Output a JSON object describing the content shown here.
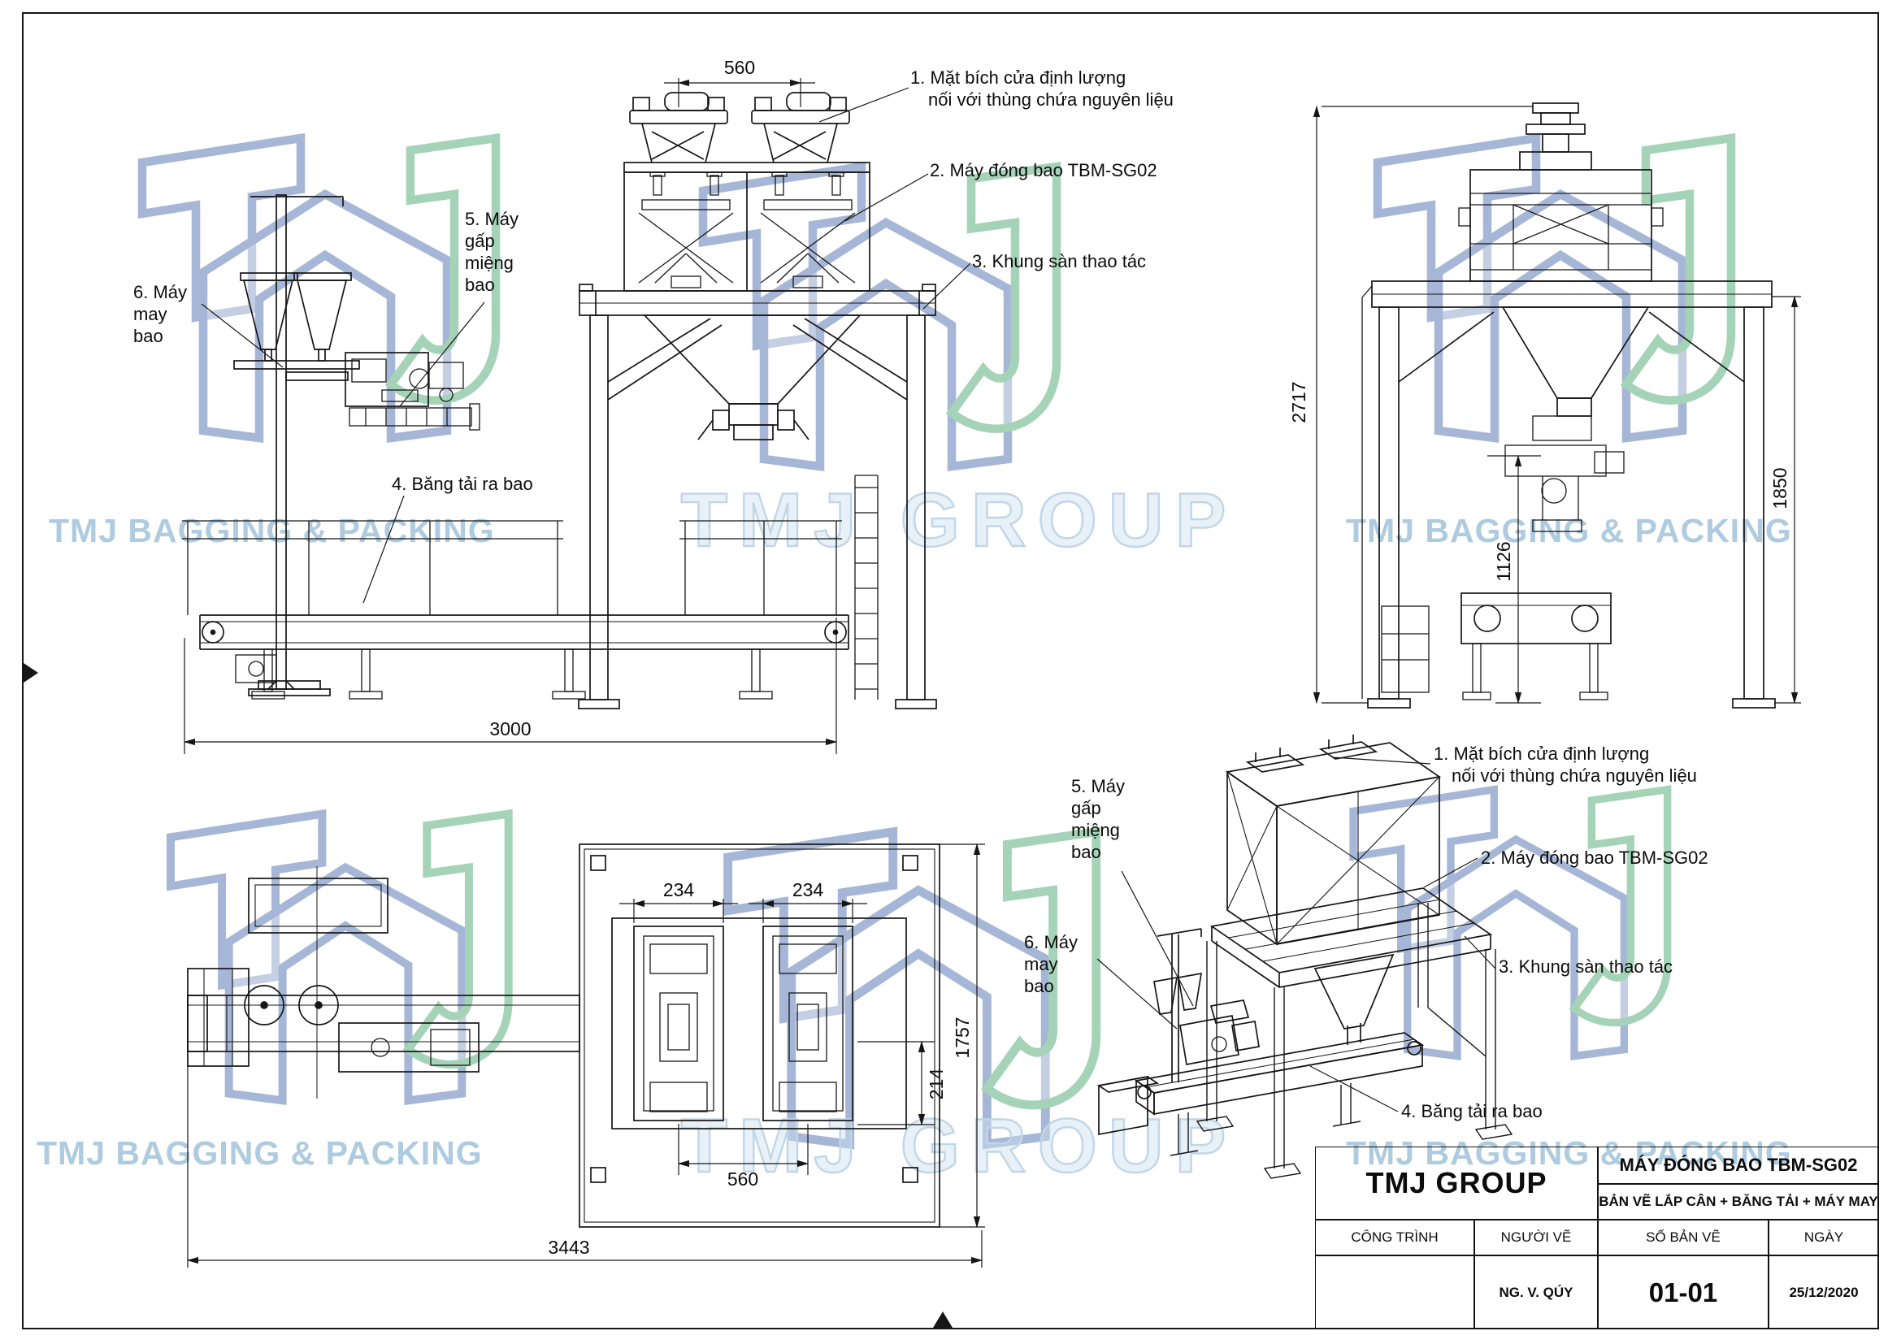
{
  "watermark": {
    "brand_text": "TMJ BAGGING & PACKING",
    "group_text": "TMJ GROUP",
    "colors": {
      "blue": "#3c5fa5",
      "green": "#3aa061",
      "light": "#aecbdf"
    }
  },
  "callouts": {
    "flange_line1": "1. Mặt bích cửa định lượng",
    "flange_line2": "nối với thùng chứa nguyên liệu",
    "bagging_machine": "2. Máy đóng bao TBM-SG02",
    "platform": "3. Khung sàn thao tác",
    "conveyor": "4. Băng tải ra bao",
    "folder_line1": "5. Máy",
    "folder_line2": "gấp",
    "folder_line3": "miệng",
    "folder_line4": "bao",
    "sewer_line1": "6. Máy",
    "sewer_line2": "may",
    "sewer_line3": "bao"
  },
  "dimensions": {
    "front_flange_spacing": "560",
    "front_total_width": "3000",
    "side_total_height": "2717",
    "side_platform_height": "1850",
    "side_conveyor_height": "1126",
    "plan_left_module_width": "234",
    "plan_right_module_width": "234",
    "plan_module_spacing": "560",
    "plan_offset": "214",
    "plan_depth": "1757",
    "plan_total_length": "3443"
  },
  "title_block": {
    "company": "TMJ GROUP",
    "drawing_title": "MÁY ĐÓNG BAO TBM-SG02",
    "drawing_subtitle": "BẢN VẼ LẮP CÂN + BĂNG TẢI + MÁY MAY",
    "col_project": "CÔNG TRÌNH",
    "col_drawer": "NGƯỜI VẼ",
    "col_number": "SỐ BẢN VẼ",
    "col_date": "NGÀY",
    "project_value": "",
    "drawer_value": "NG. V. QÚY",
    "number_value": "01-01",
    "date_value": "25/12/2020"
  }
}
